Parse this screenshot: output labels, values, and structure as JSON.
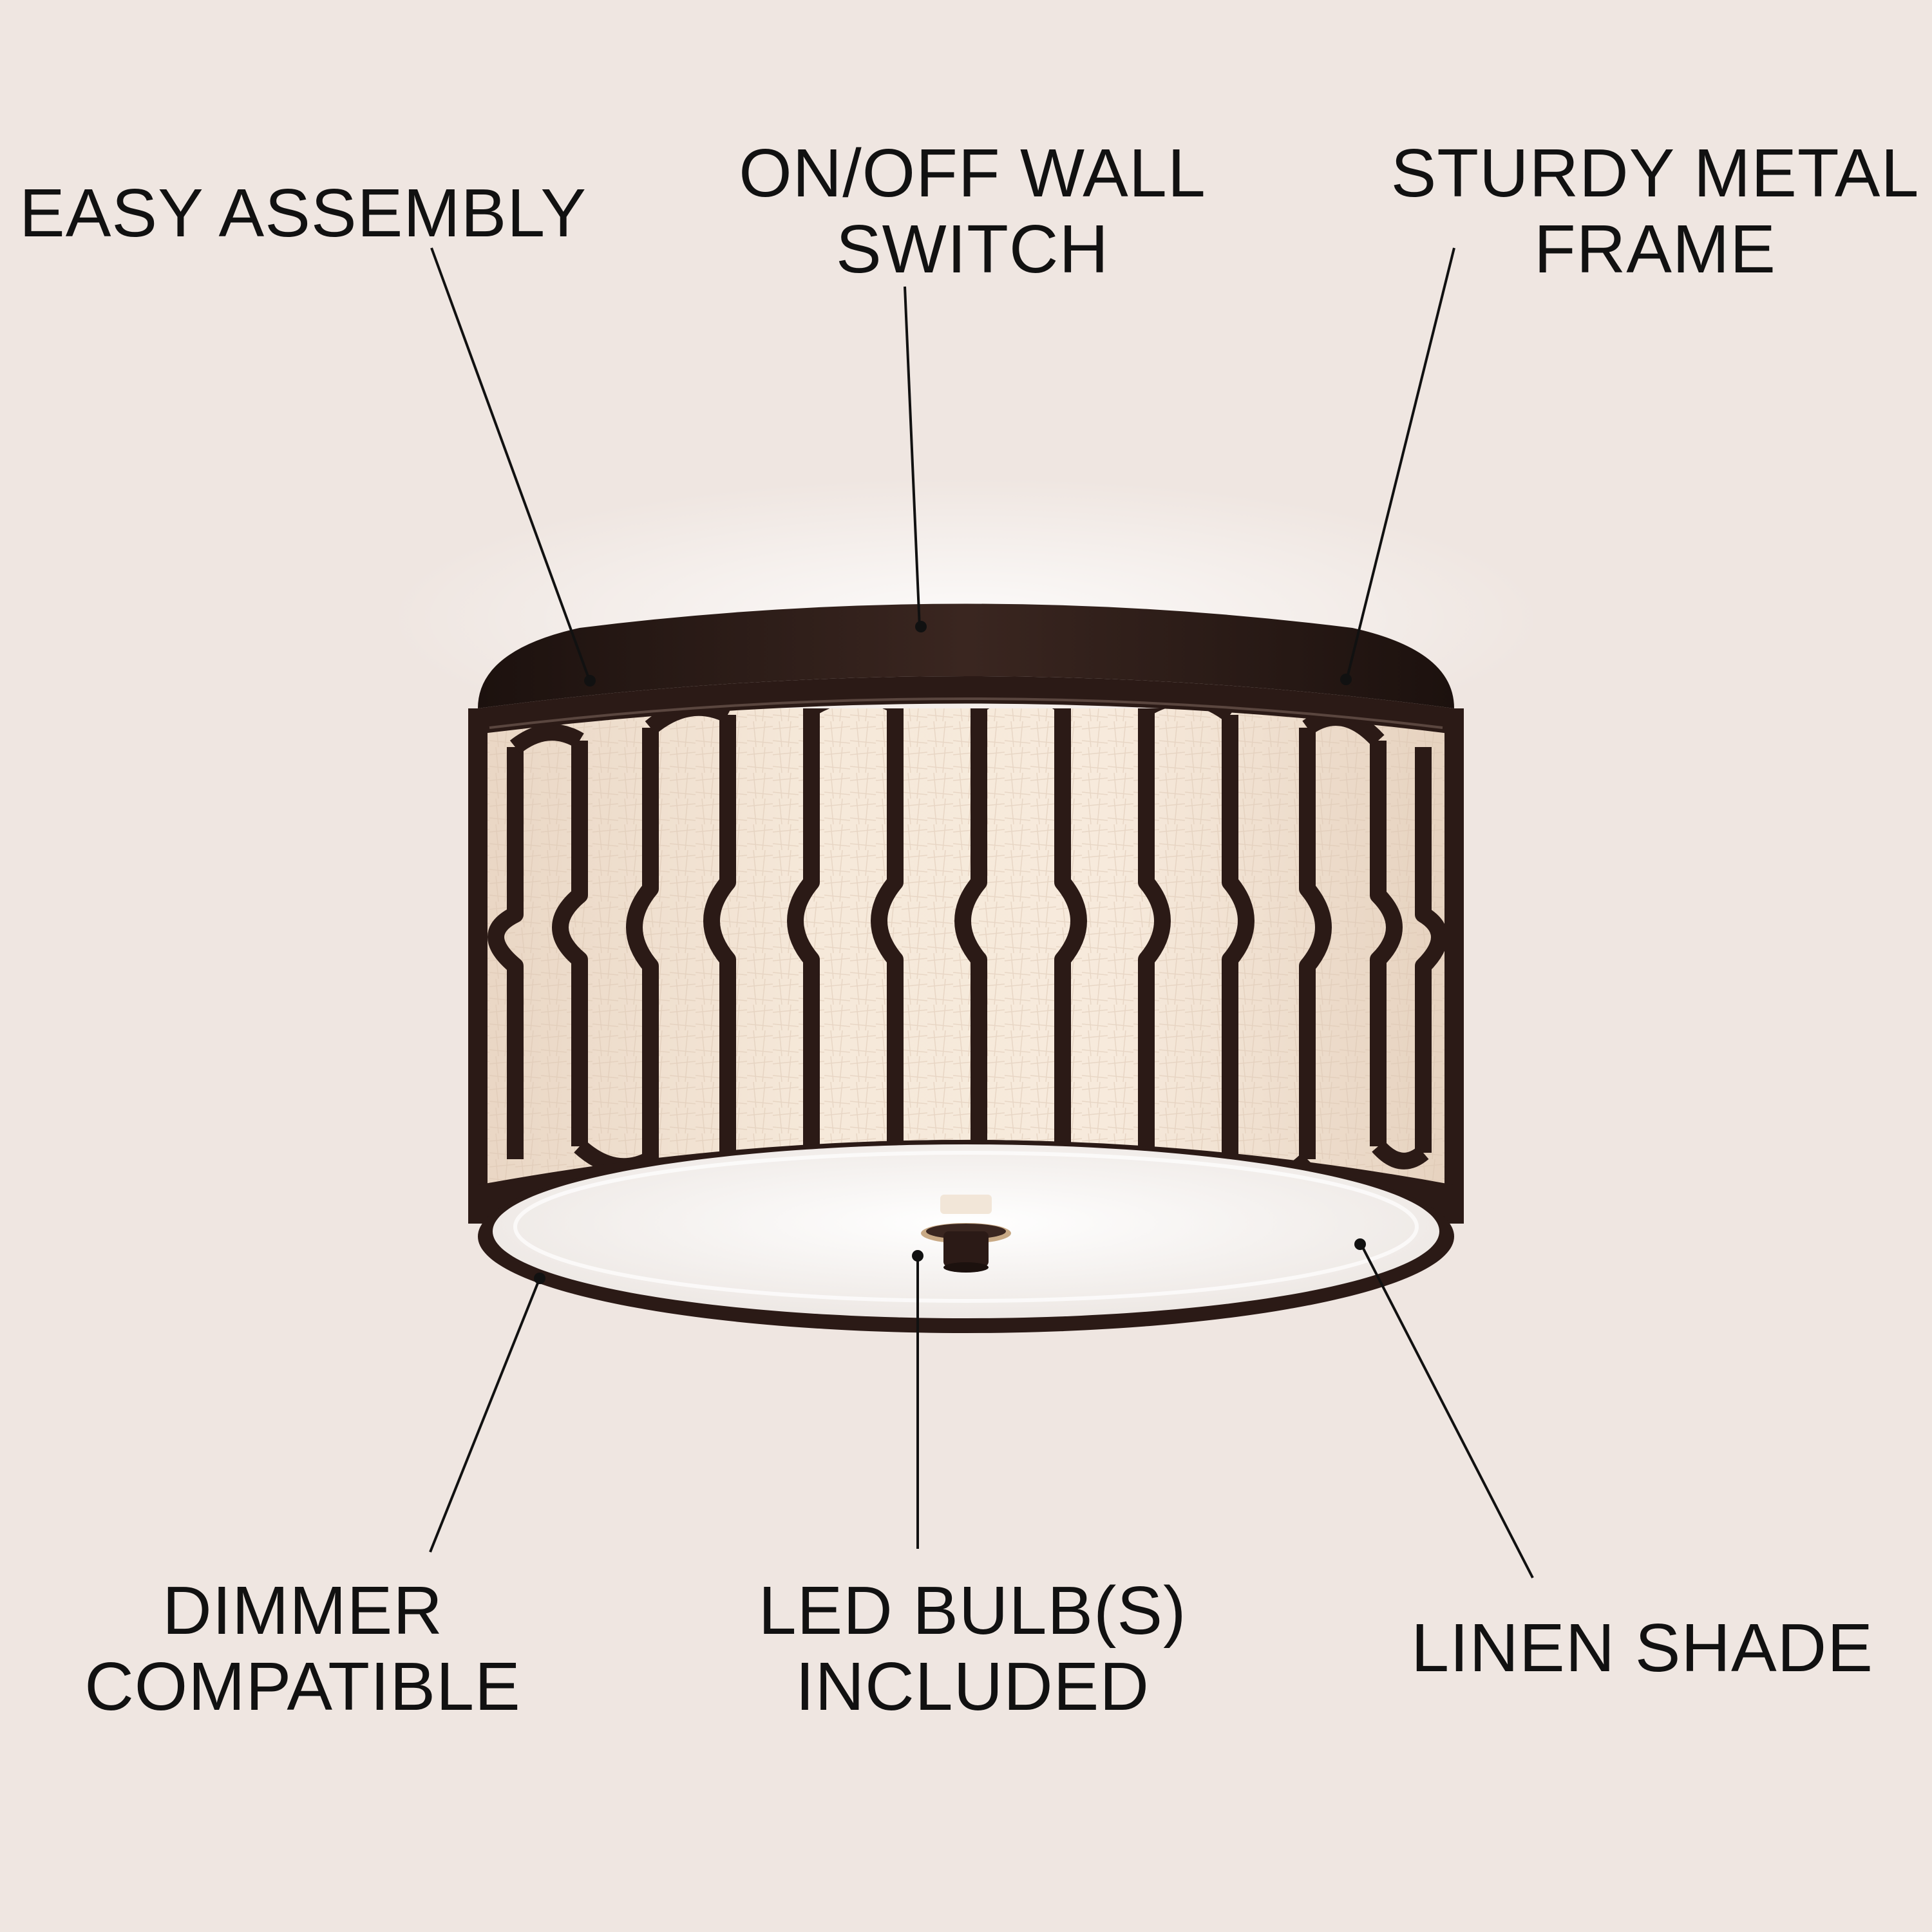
{
  "image": {
    "subject": "drum-ceiling-light-fixture",
    "colors": {
      "background": "#efe6e1",
      "frame": "#2b1a16",
      "linen": "#f3e4d3",
      "diffuser": "#fbf8f5",
      "text": "#111111"
    }
  },
  "callouts": {
    "easy_assembly": {
      "lines": [
        "EASY ASSEMBLY"
      ]
    },
    "on_off_switch": {
      "lines": [
        "ON/OFF WALL",
        "SWITCH"
      ]
    },
    "metal_frame": {
      "lines": [
        "STURDY METAL",
        "FRAME"
      ]
    },
    "dimmer": {
      "lines": [
        "DIMMER",
        "COMPATIBLE"
      ]
    },
    "led_bulbs": {
      "lines": [
        "LED BULB(S)",
        "INCLUDED"
      ]
    },
    "linen_shade": {
      "lines": [
        "LINEN SHADE"
      ]
    }
  }
}
